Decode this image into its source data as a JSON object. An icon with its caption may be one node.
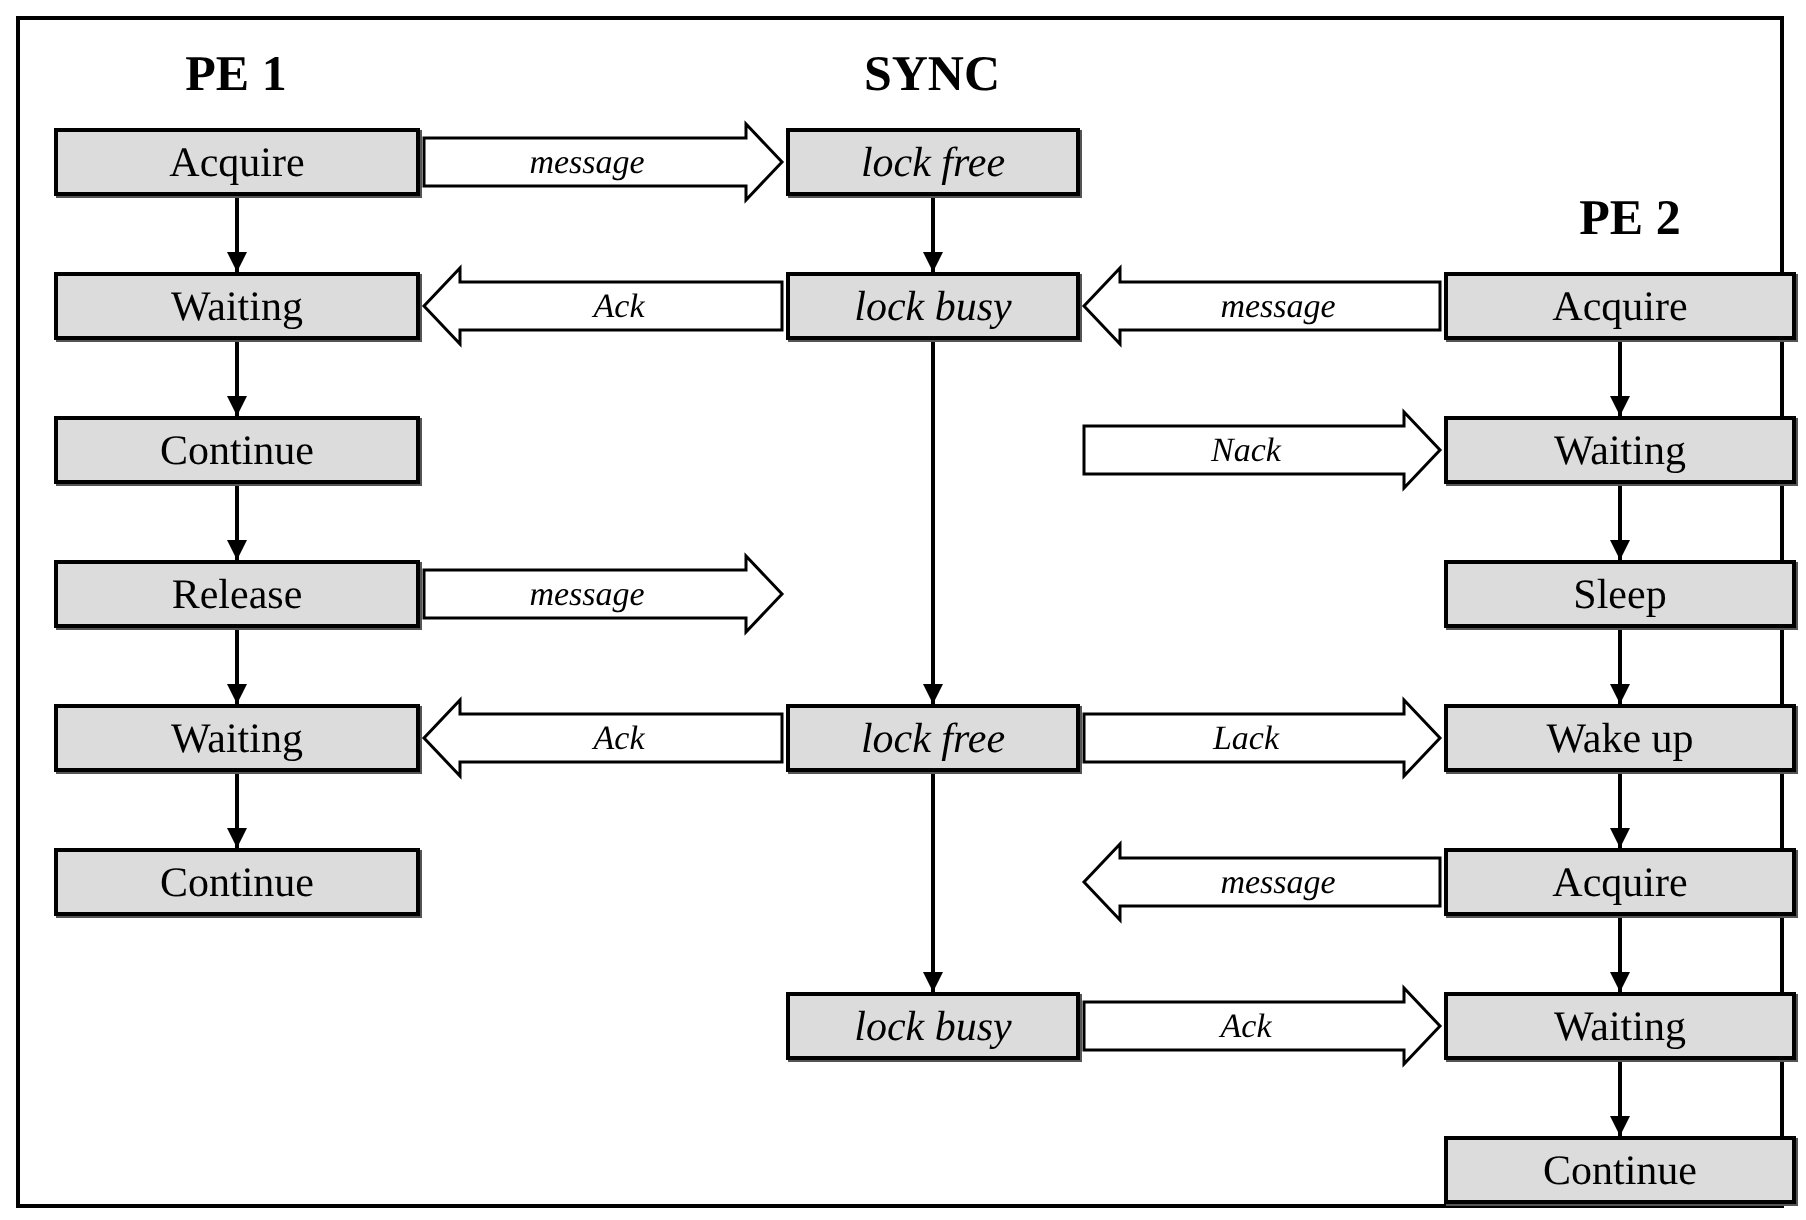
{
  "diagram": {
    "nodes": [
      {
        "text": [
          "Acquire"
        ]
      },
      {
        "text": [
          "Waiting"
        ]
      },
      {
        "text": [
          "Continue"
        ]
      },
      {
        "text": [
          "Release"
        ]
      },
      {
        "text": [
          "Waiting"
        ]
      },
      {
        "text": [
          "Continue"
        ]
      },
      {
        "text": [
          "lock free"
        ]
      },
      {
        "text": [
          "lock busy"
        ]
      },
      {
        "text": [
          "lock free"
        ]
      },
      {
        "text": [
          "lock busy"
        ]
      },
      {
        "text": [
          "Acquire"
        ]
      },
      {
        "text": [
          "Waiting"
        ]
      },
      {
        "text": [
          "Sleep"
        ]
      },
      {
        "text": [
          "Wake up"
        ]
      },
      {
        "text": [
          "Acquire"
        ]
      },
      {
        "text": [
          "Waiting"
        ]
      },
      {
        "text": [
          "Continue"
        ]
      }
    ],
    "edges": [
      {
        "from": 0,
        "to": 1,
        "arrow": "to"
      },
      {
        "from": 1,
        "to": 2,
        "arrow": "to"
      },
      {
        "from": 2,
        "to": 3,
        "arrow": "to"
      },
      {
        "from": 3,
        "to": 4,
        "arrow": "to"
      },
      {
        "from": 4,
        "to": 5,
        "arrow": "to"
      },
      {
        "from": 6,
        "to": 7,
        "arrow": "to"
      },
      {
        "from": 7,
        "to": 8,
        "arrow": "to"
      },
      {
        "from": 8,
        "to": 9,
        "arrow": "to"
      },
      {
        "from": 10,
        "to": 11,
        "arrow": "to"
      },
      {
        "from": 11,
        "to": 12,
        "arrow": "to"
      },
      {
        "from": 12,
        "to": 13,
        "arrow": "to"
      },
      {
        "from": 13,
        "to": 14,
        "arrow": "to"
      },
      {
        "from": 14,
        "to": 15,
        "arrow": "to"
      },
      {
        "from": 15,
        "to": 16,
        "arrow": "to"
      },
      {
        "from": 0,
        "to": 6,
        "arrow": "to",
        "label": "message",
        "style": "thick"
      },
      {
        "from": 7,
        "to": 1,
        "arrow": "to",
        "label": "Ack",
        "style": "thick"
      },
      {
        "from": 3,
        "to": 7,
        "arrow": "to",
        "label": "message",
        "style": "thick"
      },
      {
        "from": 8,
        "to": 4,
        "arrow": "to",
        "label": "Ack",
        "style": "thick"
      },
      {
        "from": 10,
        "to": 7,
        "arrow": "to",
        "label": "message",
        "style": "thick"
      },
      {
        "from": 7,
        "to": 11,
        "arrow": "to",
        "label": "Nack",
        "style": "thick"
      },
      {
        "from": 8,
        "to": 13,
        "arrow": "to",
        "label": "Lack",
        "style": "thick"
      },
      {
        "from": 14,
        "to": 8,
        "arrow": "to",
        "label": "message",
        "style": "thick"
      },
      {
        "from": 9,
        "to": 15,
        "arrow": "to",
        "label": "Ack",
        "style": "thick"
      }
    ],
    "labels": [
      "PE 1",
      "SYNC",
      "PE 2"
    ]
  }
}
